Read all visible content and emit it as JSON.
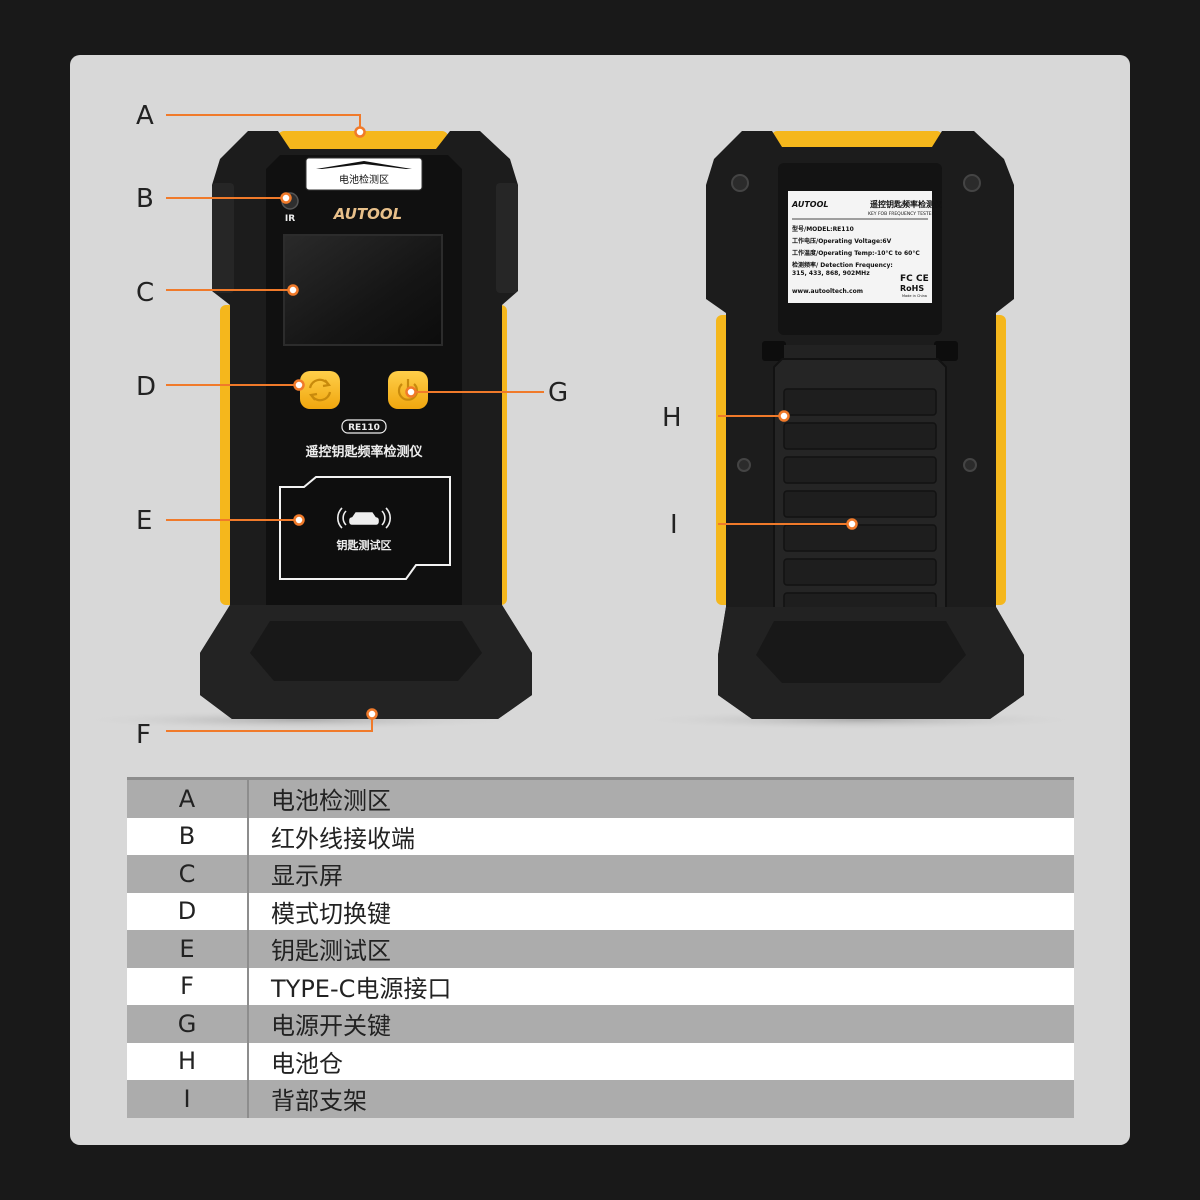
{
  "device_front": {
    "top_label": "电池检测区",
    "ir_label": "IR",
    "logo_text": "AUTOOL",
    "model_badge": "RE110",
    "title": "遥控钥匙频率检测仪",
    "key_zone_label": "钥匙测试区"
  },
  "device_back": {
    "logo_text": "AUTOOL",
    "header_cn": "遥控钥匙频率检测仪",
    "header_en": "KEY FOB FREQUENCY TESTER",
    "line_model": "型号/MODEL:RE110",
    "line_voltage": "工作电压/Operating Voltage:6V",
    "line_temp": "工作温度/Operating Temp:-10°C to 60°C",
    "line_freq_label": "检测频率/ Detection Frequency:",
    "line_freq_values": "315, 433, 868, 902MHz",
    "website": "www.autooltech.com",
    "cert_fc": "FC",
    "cert_ce": "CE",
    "cert_rohs": "RoHS",
    "made_in": "Made in China"
  },
  "callouts": {
    "A": "A",
    "B": "B",
    "C": "C",
    "D": "D",
    "E": "E",
    "F": "F",
    "G": "G",
    "H": "H",
    "I": "I"
  },
  "colors": {
    "accent_orange": "#f07a2a",
    "device_yellow": "#f5b71c",
    "device_black": "#1c1c1c"
  },
  "table": {
    "rows": [
      {
        "letter": "A",
        "desc": "电池检测区"
      },
      {
        "letter": "B",
        "desc": "红外线接收端"
      },
      {
        "letter": "C",
        "desc": "显示屏"
      },
      {
        "letter": "D",
        "desc": "模式切换键"
      },
      {
        "letter": "E",
        "desc": "钥匙测试区"
      },
      {
        "letter": "F",
        "desc": "TYPE-C电源接口"
      },
      {
        "letter": "G",
        "desc": "电源开关键"
      },
      {
        "letter": "H",
        "desc": "电池仓"
      },
      {
        "letter": "I",
        "desc": "背部支架"
      }
    ]
  }
}
